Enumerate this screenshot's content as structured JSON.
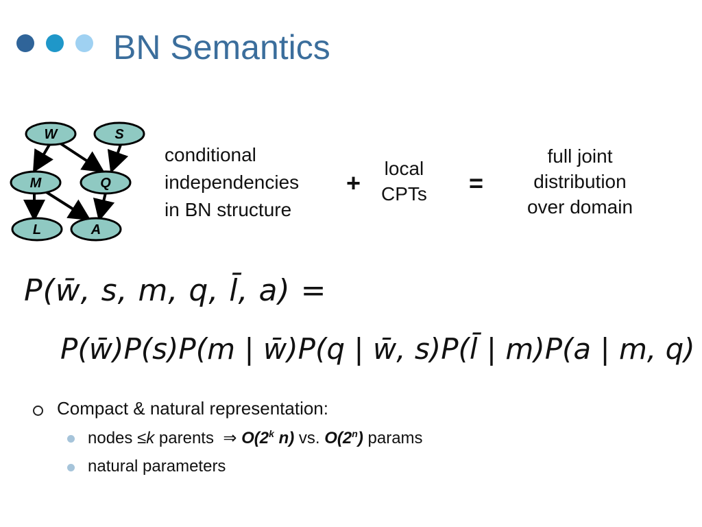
{
  "slide": {
    "title": "BN Semantics",
    "dot_colors": [
      "#2f6499",
      "#1f97c9",
      "#9fd1f2"
    ]
  },
  "graph": {
    "nodes": [
      "W",
      "S",
      "M",
      "Q",
      "L",
      "A"
    ],
    "edges": [
      [
        "W",
        "M"
      ],
      [
        "W",
        "Q"
      ],
      [
        "S",
        "Q"
      ],
      [
        "M",
        "L"
      ],
      [
        "M",
        "A"
      ],
      [
        "Q",
        "A"
      ]
    ],
    "node_fill": "#8fc9c2"
  },
  "concepts": {
    "left": [
      "conditional",
      "independencies",
      "in BN structure"
    ],
    "plus": "+",
    "middle": [
      "local",
      "CPTs"
    ],
    "equals": "=",
    "right": [
      "full joint",
      "distribution",
      "over domain"
    ]
  },
  "equation": {
    "line1": "P(w̄, s, m, q, l̄, a) =",
    "line2": "P(w̄)P(s)P(m | w̄)P(q | w̄, s)P(l̄ | m)P(a | m, q)"
  },
  "bullets": {
    "main": "Compact & natural representation:",
    "sub1": {
      "nodes": "nodes",
      "le": "≤",
      "k": "k",
      "parents": "parents",
      "implies": "⇒",
      "big_o_k_a": "O(2",
      "k_sup": "k",
      "big_o_k_b": " n)",
      "vs": "vs.",
      "big_o_n_a": "O(2",
      "n_sup": "n",
      "big_o_n_b": ")",
      "params": "params"
    },
    "sub2": "natural parameters"
  }
}
